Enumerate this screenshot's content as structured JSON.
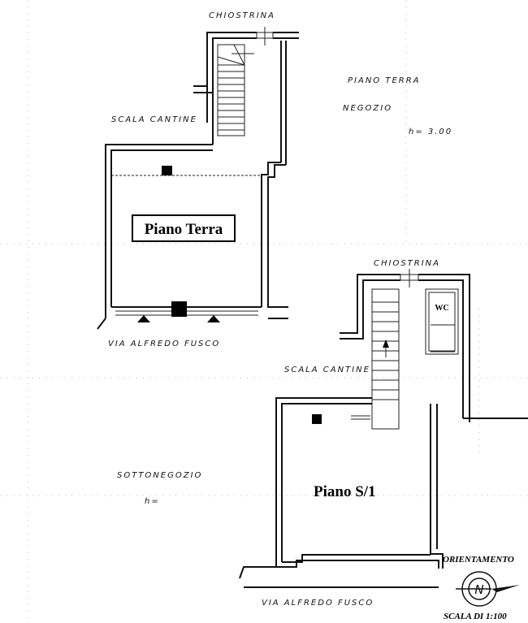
{
  "ground_floor": {
    "courtyard_label": "CHIOSTRINA",
    "floor_title": "PIANO TERRA",
    "room_name": "NEGOZIO",
    "height_label": "h= 3.00",
    "stair_label": "SCALA CANTINE",
    "floor_badge": "Piano Terra",
    "street_label": "VIA ALFREDO FUSCO"
  },
  "basement": {
    "courtyard_label": "CHIOSTRINA",
    "wc_label": "WC",
    "stair_label": "SCALA CANTINE",
    "room_name": "SOTTONEGOZIO",
    "height_label": "h=",
    "floor_badge": "Piano S/1",
    "street_label": "VIA ALFREDO FUSCO"
  },
  "legend": {
    "orientation_label": "ORIENTAMENTO",
    "north_letter": "N",
    "scale_label": "SCALA DI 1:100"
  }
}
